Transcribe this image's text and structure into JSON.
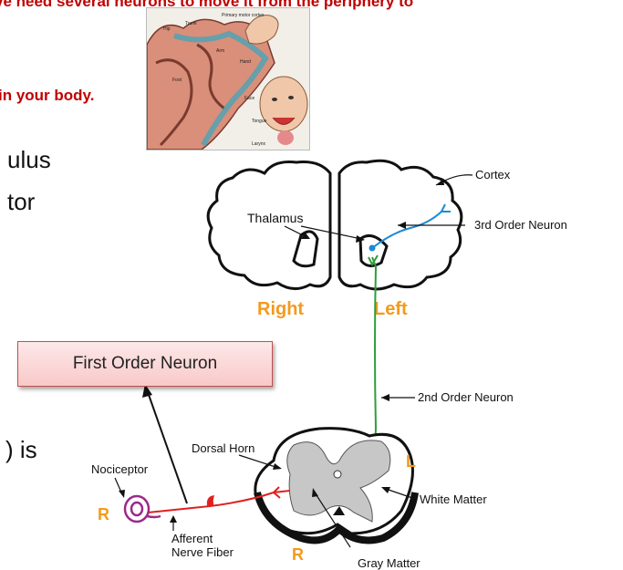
{
  "slide": {
    "top_text": "ve need several neurons to move it from the periphery to",
    "body_text": "in your body.",
    "fragment1": "ulus",
    "fragment2": "tor",
    "fragment3": ") is"
  },
  "homunculus": {
    "title": "Primary motor cortex",
    "labels": [
      "Hip",
      "Trunk",
      "Arm",
      "Hand",
      "Foot",
      "Face",
      "Tongue",
      "Larynx"
    ]
  },
  "callout": {
    "label": "First Order Neuron"
  },
  "diagram": {
    "cortex": "Cortex",
    "thalamus": "Thalamus",
    "third_order": "3rd Order Neuron",
    "right": "Right",
    "left": "Left",
    "second_order": "2nd Order Neuron",
    "dorsal_horn": "Dorsal Horn",
    "nociceptor": "Nociceptor",
    "L": "L",
    "R_left": "R",
    "R_bottom": "R",
    "white_matter": "White Matter",
    "afferent_1": "Afferent",
    "afferent_2": "Nerve Fiber",
    "gray_matter": "Gray Matter"
  },
  "colors": {
    "orange": "#f39a1e",
    "green": "#2e9e3a",
    "blue": "#1b8bd6",
    "red": "#e02020",
    "purple": "#9b2a8a"
  }
}
